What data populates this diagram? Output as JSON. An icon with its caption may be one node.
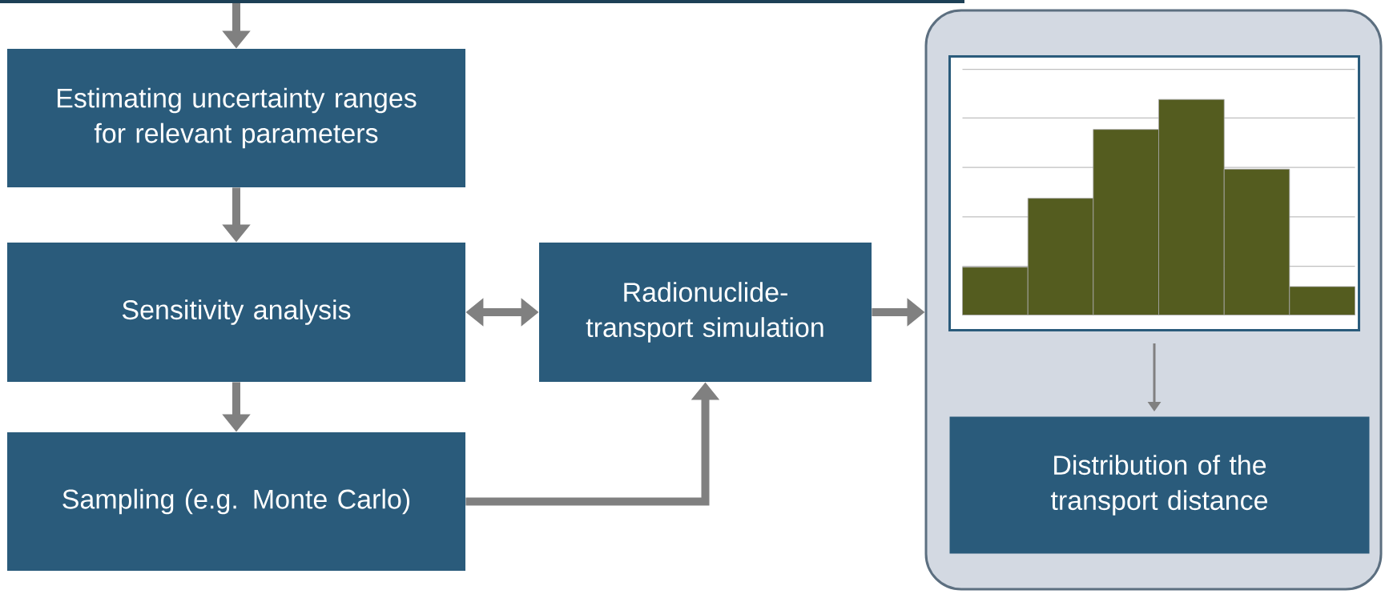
{
  "diagram": {
    "nodes": [
      {
        "text": [],
        "shape": "box"
      },
      {
        "text": [
          "Estimating uncertainty ranges for relevant parameters"
        ]
      },
      {
        "text": [
          "Sensitivity analysis"
        ]
      },
      {
        "text": [
          "Sampling (e.g. Monte Carlo)"
        ]
      },
      {
        "text": [
          "Radionuclide-transport simulation"
        ]
      },
      {
        "text": [],
        "shape": "box"
      },
      {
        "text": [],
        "shape": "chart",
        "in": 5
      },
      {
        "text": [
          "Distribution of the transport distance"
        ],
        "in": 5
      }
    ],
    "edges": [
      {
        "from": 0,
        "to": 1,
        "arrow": "to"
      },
      {
        "from": 1,
        "to": 2,
        "arrow": "to"
      },
      {
        "from": 2,
        "to": 3,
        "arrow": "to"
      },
      {
        "from": 2,
        "to": 4,
        "arrow": "both"
      },
      {
        "from": 3,
        "to": 4,
        "arrow": "to"
      },
      {
        "from": 4,
        "to": 5,
        "arrow": "to"
      },
      {
        "from": 6,
        "to": 7,
        "arrow": "to"
      }
    ]
  }
}
